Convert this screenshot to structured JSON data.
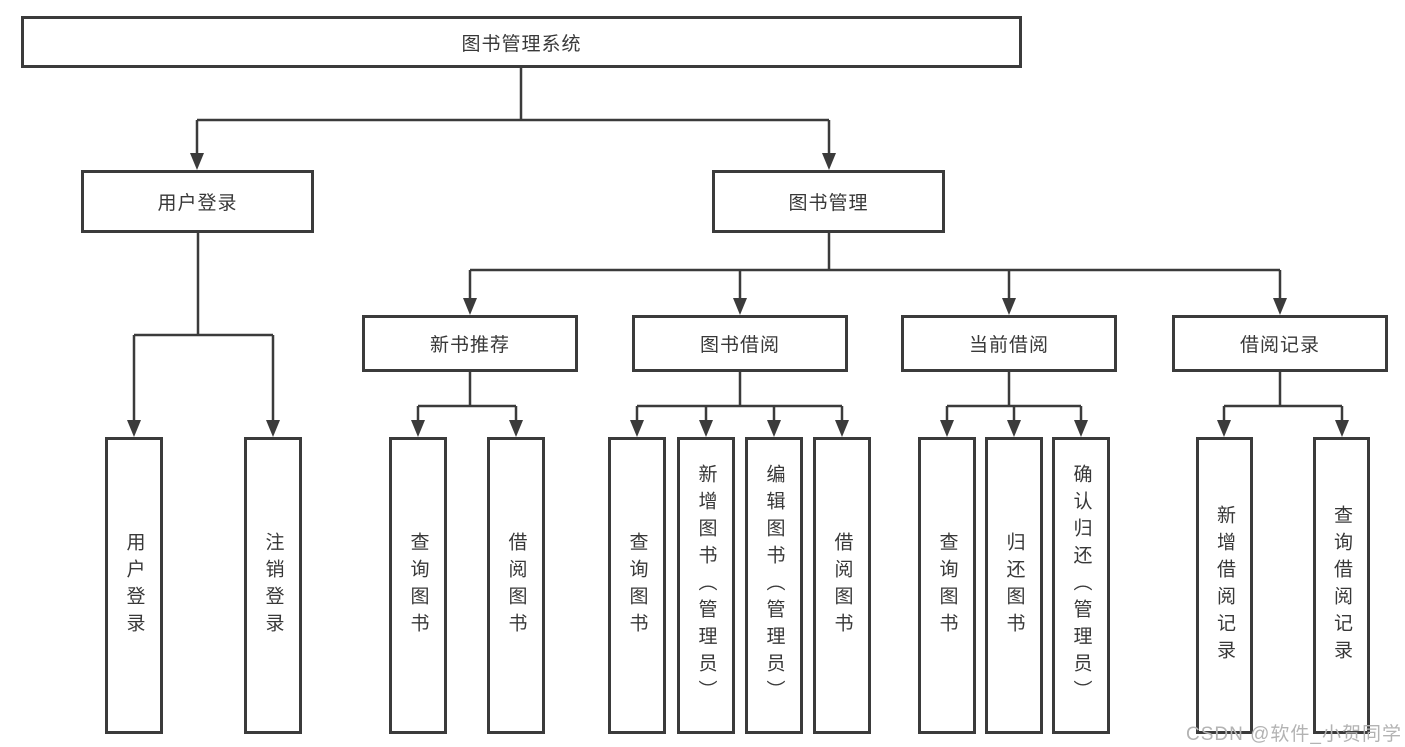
{
  "diagram": {
    "root_label": "图书管理系统",
    "branches": [
      {
        "label": "用户登录",
        "children": [
          "用户登录",
          "注销登录"
        ]
      },
      {
        "label": "图书管理",
        "sub": [
          {
            "label": "新书推荐",
            "children": [
              "查询图书",
              "借阅图书"
            ]
          },
          {
            "label": "图书借阅",
            "children": [
              "查询图书",
              "新增图书（管理员）",
              "编辑图书（管理员）",
              "借阅图书"
            ]
          },
          {
            "label": "当前借阅",
            "children": [
              "查询图书",
              "归还图书",
              "确认归还（管理员）"
            ]
          },
          {
            "label": "借阅记录",
            "children": [
              "新增借阅记录",
              "查询借阅记录"
            ]
          }
        ]
      }
    ]
  },
  "watermark": {
    "text": "CSDN @软件_小贺同学"
  },
  "colors": {
    "line": "#3b3b3b",
    "text": "#383838",
    "background": "#ffffff",
    "watermark": "#b3b3b3"
  }
}
